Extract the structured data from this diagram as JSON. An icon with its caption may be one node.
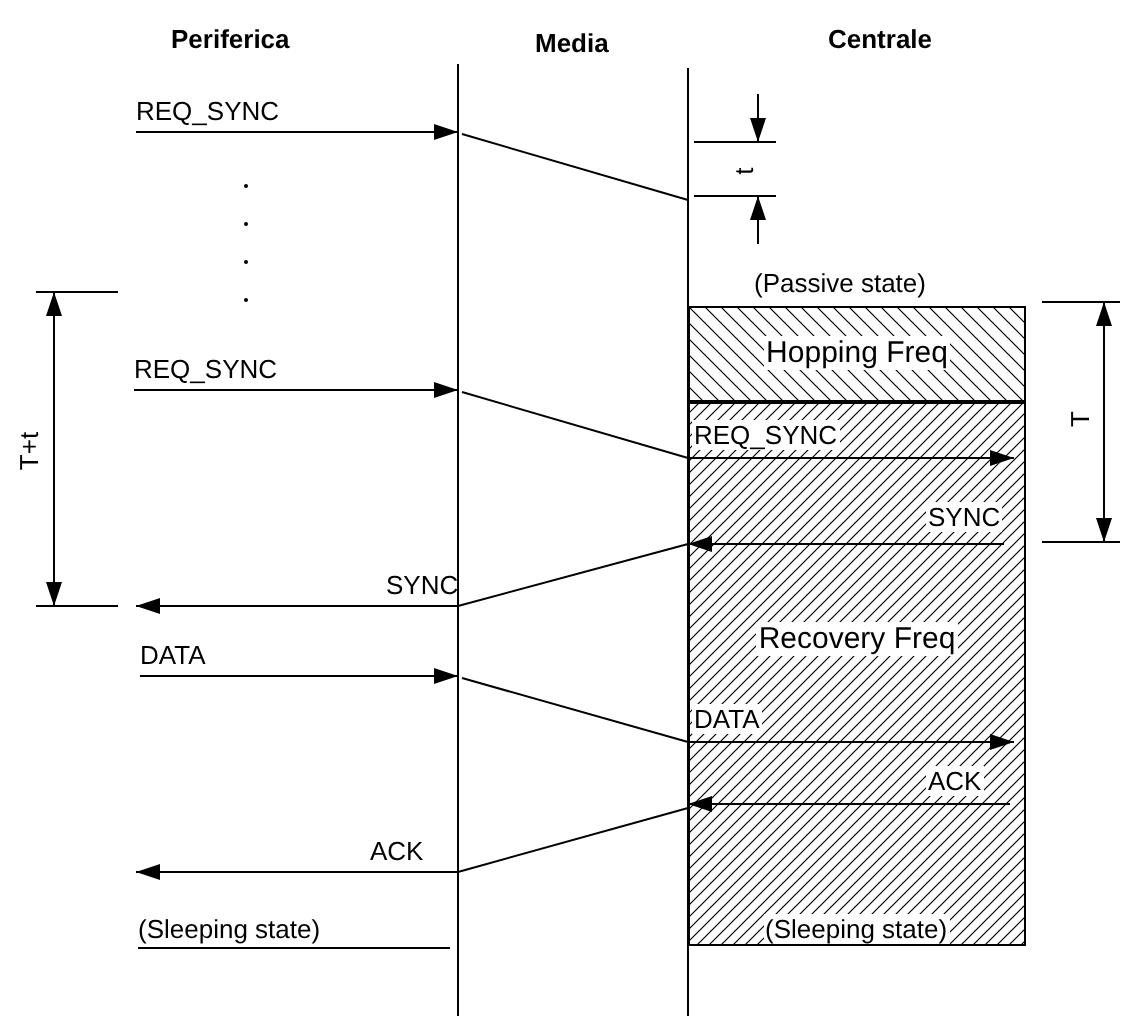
{
  "diagram": {
    "nodes": [
      {
        "text": [
          "Hopping Freq"
        ]
      },
      {
        "text": [
          "Recovery Freq"
        ]
      }
    ],
    "labels": [
      "Periferica",
      "Media",
      "Centrale",
      "REQ_SYNC",
      "t",
      "(Passive state)",
      "T+t",
      "REQ_SYNC",
      "T",
      "REQ_SYNC",
      "SYNC",
      "SYNC",
      "DATA",
      "DATA",
      "ACK",
      "ACK",
      "(Sleeping state)",
      "(Sleeping state)"
    ]
  }
}
